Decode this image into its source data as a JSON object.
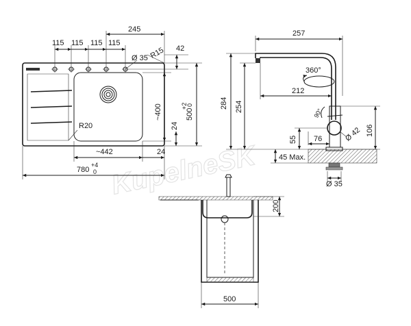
{
  "watermark": "KupelneSK",
  "sink_top_view": {
    "label_245": "245",
    "label_115_a": "115",
    "label_115_b": "115",
    "label_115_c": "115",
    "label_115_d": "115",
    "label_r15": "R15",
    "label_42": "42",
    "label_d35": "Ø 35",
    "label_400": "~400",
    "label_500": "500",
    "label_500_tol_plus": "+2",
    "label_500_tol_zero": "0",
    "label_24_v": "24",
    "label_r20": "R20",
    "label_442": "~442",
    "label_24_h": "24",
    "label_780": "780",
    "label_780_tol_plus": "+4",
    "label_780_tol_zero": "0"
  },
  "faucet_view": {
    "label_257": "257",
    "label_360": "360°",
    "label_212": "212",
    "label_284": "284",
    "label_254": "254",
    "label_90": "90°",
    "label_d42": "Ø 42",
    "label_106": "106",
    "label_55": "55",
    "label_76": "76",
    "label_45max": "45 Max.",
    "label_d35": "Ø 35"
  },
  "cabinet_view": {
    "label_200": "200",
    "label_500": "500"
  }
}
